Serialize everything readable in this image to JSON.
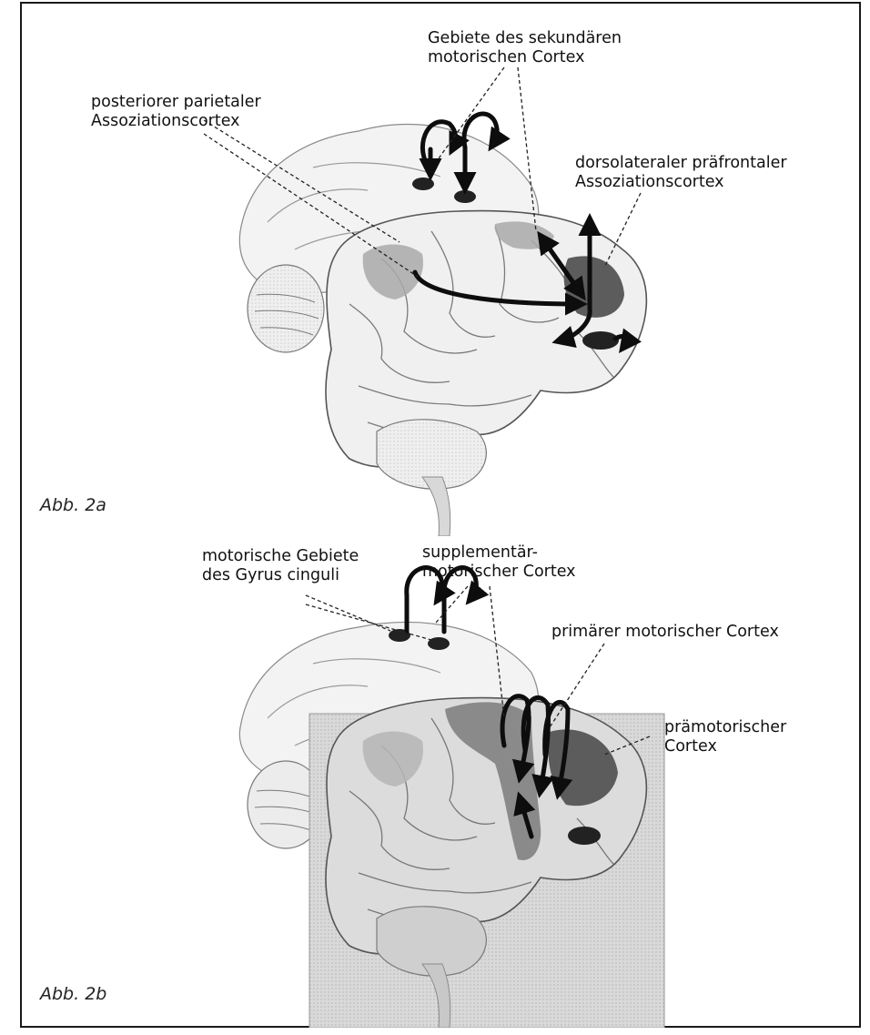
{
  "figure_a": {
    "caption": "Abb. 2a",
    "labels": {
      "secondary_motor": "Gebiete des sekundären\nmotorischen Cortex",
      "posterior_parietal": "posteriorer parietaler\nAssoziationscortex",
      "dlpfc": "dorsolateraler präfrontaler\nAssoziationscortex"
    }
  },
  "figure_b": {
    "caption": "Abb. 2b",
    "labels": {
      "cingulate_motor": "motorische Gebiete\ndes Gyrus cinguli",
      "supplementary_motor": "supplementär-\nmotorischer Cortex",
      "primary_motor": "primärer motorischer Cortex",
      "premotor": "prämotorischer\nCortex"
    }
  },
  "colors": {
    "frame": "#1a1a1a",
    "brain_fill": "#ececec",
    "sulcus": "#7a7a7a",
    "region_light": "#a9a9a9",
    "region_mid": "#8a8a8a",
    "region_dark": "#5c5c5c",
    "ellipse": "#222222",
    "arrow": "#0d0d0d"
  }
}
